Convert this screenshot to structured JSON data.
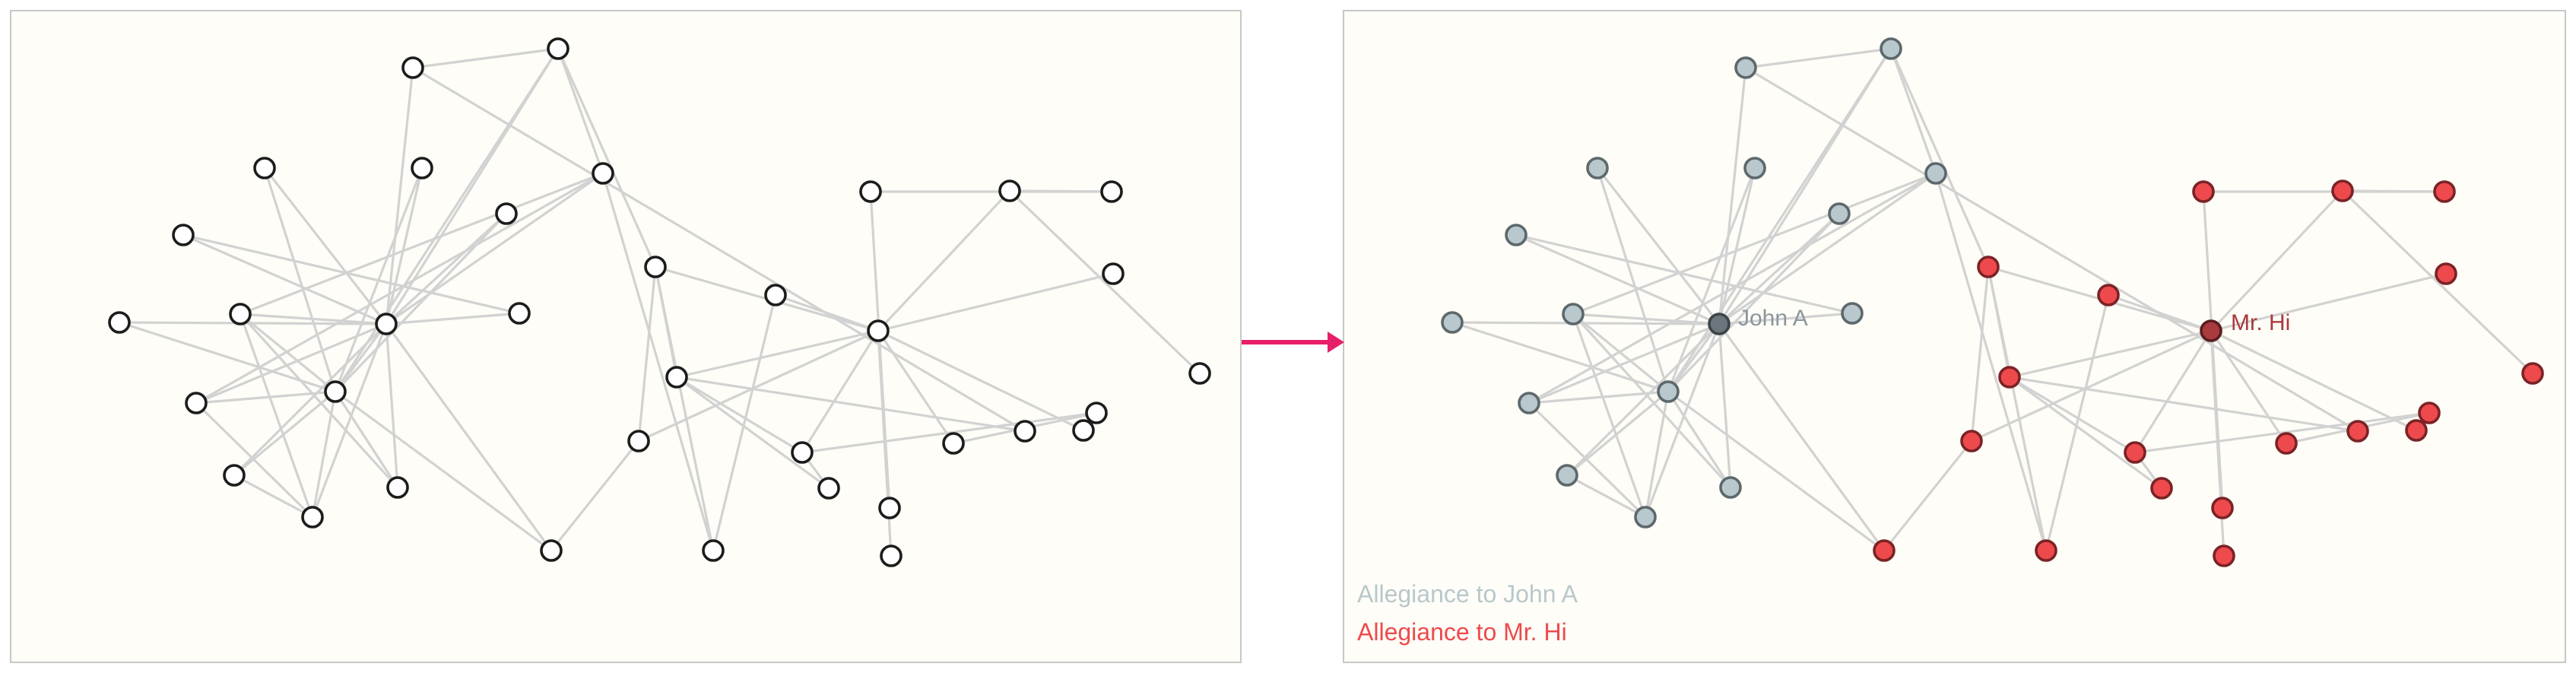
{
  "nodes": [
    {
      "id": 1,
      "group": "hi"
    },
    {
      "id": 2,
      "group": "hi"
    },
    {
      "id": 3,
      "group": "hi"
    },
    {
      "id": 4,
      "group": "hi"
    },
    {
      "id": 5,
      "group": "hi"
    },
    {
      "id": 6,
      "group": "hi"
    },
    {
      "id": 7,
      "group": "hi"
    },
    {
      "id": 8,
      "group": "hi"
    },
    {
      "id": 9,
      "group": "hi"
    },
    {
      "id": 10,
      "group": "hi"
    },
    {
      "id": 11,
      "group": "hi"
    },
    {
      "id": 12,
      "group": "hi"
    },
    {
      "id": 13,
      "group": "hi"
    },
    {
      "id": 14,
      "group": "hi"
    },
    {
      "id": 15,
      "group": "hi"
    },
    {
      "id": 16,
      "group": "hi"
    },
    {
      "id": 17,
      "group": "hi"
    },
    {
      "id": 18,
      "group": "hi"
    },
    {
      "id": 19,
      "group": "hi"
    },
    {
      "id": 20,
      "group": "hi"
    },
    {
      "id": 21,
      "group": "john"
    },
    {
      "id": 22,
      "group": "john"
    },
    {
      "id": 23,
      "group": "john"
    },
    {
      "id": 24,
      "group": "john"
    },
    {
      "id": 25,
      "group": "john"
    },
    {
      "id": 26,
      "group": "john"
    },
    {
      "id": 27,
      "group": "john"
    },
    {
      "id": 28,
      "group": "john"
    },
    {
      "id": 29,
      "group": "john"
    },
    {
      "id": 30,
      "group": "john"
    },
    {
      "id": 31,
      "group": "john"
    },
    {
      "id": 32,
      "group": "john"
    },
    {
      "id": 33,
      "group": "john"
    },
    {
      "id": 34,
      "group": "john"
    }
  ],
  "edges": [
    [
      1,
      2
    ],
    [
      1,
      3
    ],
    [
      1,
      4
    ],
    [
      1,
      5
    ],
    [
      1,
      6
    ],
    [
      1,
      7
    ],
    [
      1,
      8
    ],
    [
      1,
      9
    ],
    [
      1,
      10
    ],
    [
      1,
      11
    ],
    [
      1,
      12
    ],
    [
      2,
      3
    ],
    [
      2,
      4
    ],
    [
      2,
      13
    ],
    [
      3,
      5
    ],
    [
      3,
      14
    ],
    [
      3,
      15
    ],
    [
      4,
      16
    ],
    [
      5,
      17
    ],
    [
      6,
      18
    ],
    [
      6,
      19
    ],
    [
      7,
      17
    ],
    [
      8,
      20
    ],
    [
      9,
      13
    ],
    [
      18,
      20
    ],
    [
      5,
      14
    ],
    [
      16,
      21
    ],
    [
      16,
      22
    ],
    [
      13,
      23
    ],
    [
      2,
      24
    ],
    [
      15,
      25
    ],
    [
      22,
      31
    ],
    [
      23,
      31
    ],
    [
      21,
      22
    ],
    [
      21,
      23
    ],
    [
      21,
      24
    ],
    [
      21,
      25
    ],
    [
      21,
      26
    ],
    [
      21,
      27
    ],
    [
      21,
      28
    ],
    [
      21,
      29
    ],
    [
      21,
      30
    ],
    [
      21,
      31
    ],
    [
      21,
      32
    ],
    [
      21,
      33
    ],
    [
      21,
      34
    ],
    [
      22,
      24
    ],
    [
      22,
      26
    ],
    [
      22,
      28
    ],
    [
      22,
      29
    ],
    [
      22,
      30
    ],
    [
      22,
      33
    ],
    [
      22,
      34
    ],
    [
      23,
      33
    ],
    [
      23,
      24
    ],
    [
      24,
      25
    ],
    [
      27,
      32
    ]
  ],
  "labels": {
    "john_leader": "John A",
    "hi_leader": "Mr. Hi"
  },
  "legend": {
    "john": "Allegiance to John A",
    "hi": "Allegiance to Mr. Hi"
  },
  "colors": {
    "john_fill": "#b8c8cc",
    "john_leader_fill": "#6a767b",
    "john_text": "#b8c8cc",
    "john_label": "#8a969b",
    "hi_fill": "#ee4a4d",
    "hi_leader_fill": "#a93a3d",
    "hi_text": "#ee4a4d",
    "hi_label": "#a93a3d",
    "plain_fill": "#ffffff",
    "arrow": "#e8206a"
  }
}
